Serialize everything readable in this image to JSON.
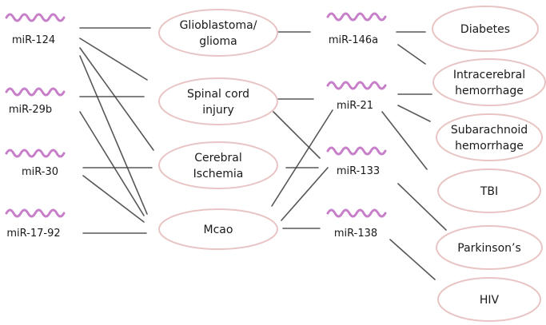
{
  "mirnas": [
    {
      "id": "m124",
      "label": "miR-124"
    },
    {
      "id": "m29b",
      "label": "miR-29b"
    },
    {
      "id": "m30",
      "label": "miR-30"
    },
    {
      "id": "m1792",
      "label": "miR-17-92"
    },
    {
      "id": "m146a",
      "label": "miR-146a"
    },
    {
      "id": "m21",
      "label": "miR-21"
    },
    {
      "id": "m133",
      "label": "miR-133"
    },
    {
      "id": "m138",
      "label": "miR-138"
    }
  ],
  "conditions": [
    {
      "id": "glio",
      "lines": [
        "Glioblastoma/",
        "glioma"
      ]
    },
    {
      "id": "sci",
      "lines": [
        "Spinal cord",
        "injury"
      ]
    },
    {
      "id": "isch",
      "lines": [
        "Cerebral",
        "Ischemia"
      ]
    },
    {
      "id": "mcao",
      "lines": [
        "Mcao"
      ]
    },
    {
      "id": "diab",
      "lines": [
        "Diabetes"
      ]
    },
    {
      "id": "ich",
      "lines": [
        "Intracerebral",
        "hemorrhage"
      ]
    },
    {
      "id": "sah",
      "lines": [
        "Subarachnoid",
        "hemorrhage"
      ]
    },
    {
      "id": "tbi",
      "lines": [
        "TBI"
      ]
    },
    {
      "id": "pd",
      "lines": [
        "Parkinson’s"
      ]
    },
    {
      "id": "hiv",
      "lines": [
        "HIV"
      ]
    }
  ],
  "connections": [
    [
      "m124",
      "glio"
    ],
    [
      "m124",
      "sci"
    ],
    [
      "m124",
      "isch"
    ],
    [
      "m124",
      "mcao"
    ],
    [
      "m29b",
      "sci"
    ],
    [
      "m29b",
      "mcao"
    ],
    [
      "m30",
      "isch"
    ],
    [
      "m30",
      "mcao"
    ],
    [
      "m1792",
      "mcao"
    ],
    [
      "glio",
      "m146a"
    ],
    [
      "sci",
      "m21"
    ],
    [
      "sci",
      "m133"
    ],
    [
      "isch",
      "m133"
    ],
    [
      "mcao",
      "m21"
    ],
    [
      "mcao",
      "m133"
    ],
    [
      "mcao",
      "m138"
    ],
    [
      "m146a",
      "diab"
    ],
    [
      "m146a",
      "ich"
    ],
    [
      "m21",
      "ich"
    ],
    [
      "m21",
      "sah"
    ],
    [
      "m21",
      "tbi"
    ],
    [
      "m133",
      "pd"
    ],
    [
      "m138",
      "hiv"
    ]
  ],
  "colors": {
    "wave": "#c77fc9",
    "ellipse_stroke": "#e8c4c4",
    "line": "#3a3a3a",
    "text": "#1a1a1a"
  }
}
